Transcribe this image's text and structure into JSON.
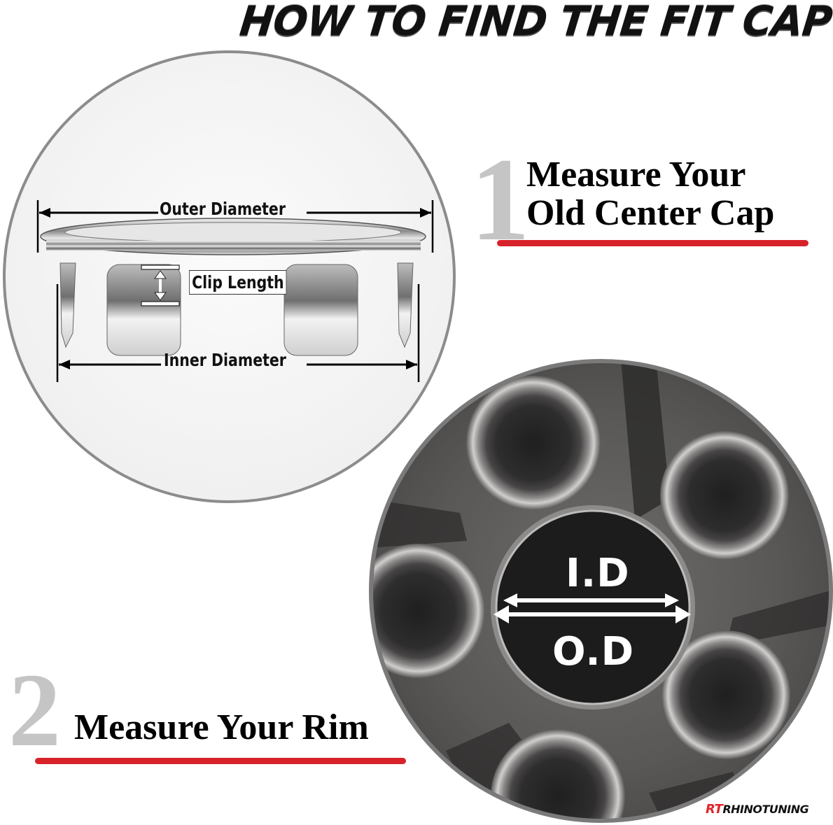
{
  "header": {
    "title": "HOW TO FIND THE FIT CAP"
  },
  "cap_diagram": {
    "outer_label": "Outer Diameter",
    "inner_label": "Inner Diameter",
    "clip_label": "Clip Length"
  },
  "steps": [
    {
      "number": "1",
      "line1": "Measure Your",
      "line2": "Old Center Cap"
    },
    {
      "number": "2",
      "line1": "Measure Your Rim"
    }
  ],
  "wheel_diagram": {
    "id_label": "I.D",
    "od_label": "O.D"
  },
  "brand": {
    "mark": "RT",
    "name": "RHINOTUNING"
  },
  "colors": {
    "accent_red": "#d8222a",
    "step_number_gray": "#c5c5c5",
    "circle_border": "#8c8c8c"
  }
}
